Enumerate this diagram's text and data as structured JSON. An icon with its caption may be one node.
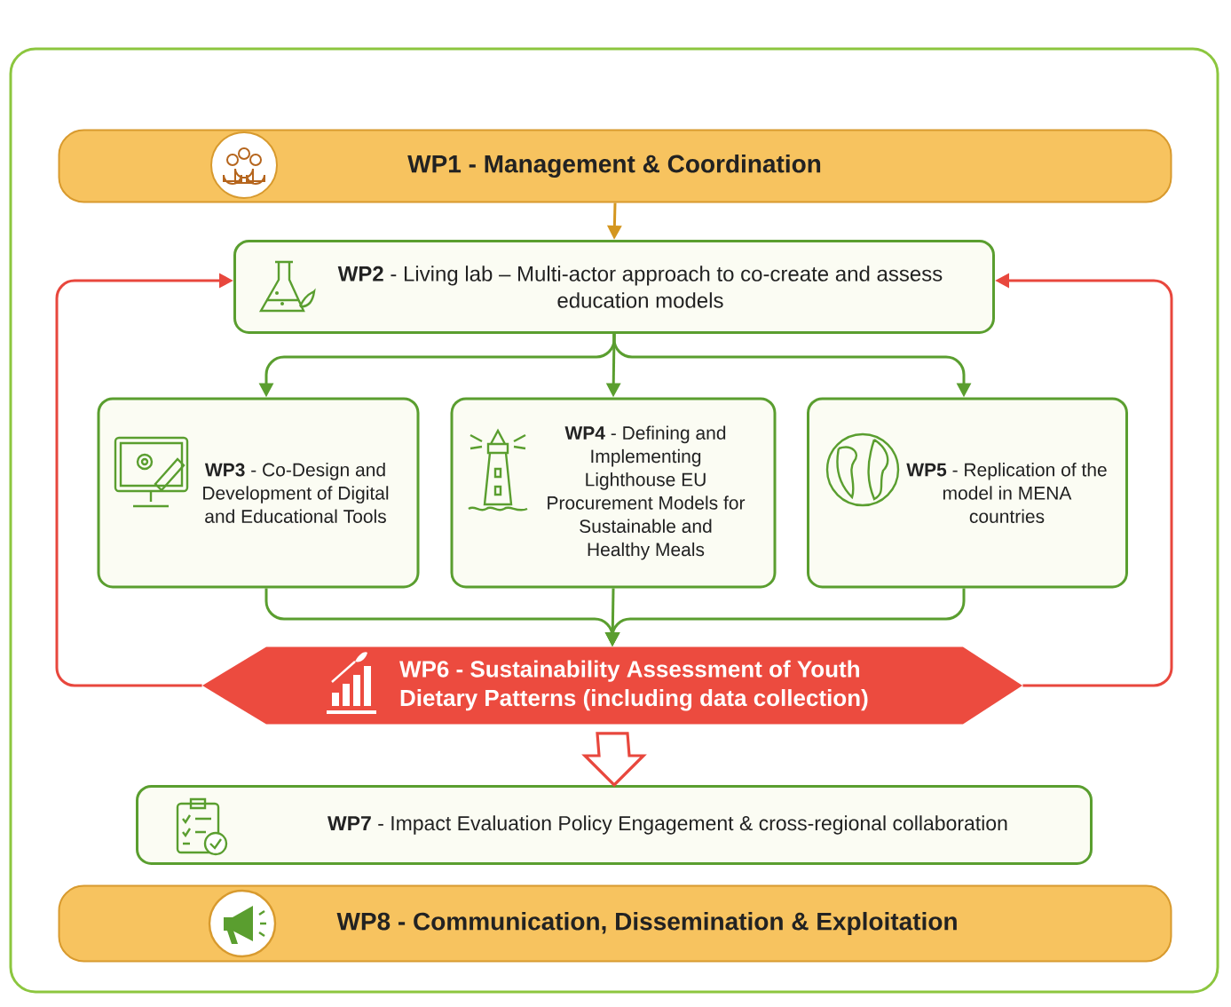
{
  "diagram": {
    "nodes": [
      {
        "text": [
          "WP1 - Management & Coordination"
        ]
      },
      {
        "text": [
          "**WP2** - Living lab – Multi-actor approach to co-create and assess education models"
        ]
      },
      {
        "text": [
          "**WP3** - Co-Design and Development of Digital and Educational Tools"
        ]
      },
      {
        "text": [
          "**WP4** - Defining and Implementing Lighthouse EU Procurement Models for Sustainable and Healthy Meals"
        ]
      },
      {
        "text": [
          "**WP5** - Replication of the model in MENA countries"
        ]
      },
      {
        "text": [
          "WP6 - Sustainability Assessment of Youth Dietary Patterns (including data collection)"
        ]
      },
      {
        "text": [
          "**WP7** - Impact Evaluation Policy Engagement & cross-regional collaboration"
        ]
      },
      {
        "text": [
          "WP8 - Communication, Dissemination & Exploitation"
        ]
      }
    ],
    "edges": [
      {
        "from": 0,
        "to": 1,
        "arrow": "to",
        "color": "#d4961f"
      },
      {
        "from": 1,
        "to": 2,
        "arrow": "to"
      },
      {
        "from": 1,
        "to": 3,
        "arrow": "to"
      },
      {
        "from": 1,
        "to": 4,
        "arrow": "to"
      },
      {
        "from": 2,
        "to": 5,
        "arrow": "to"
      },
      {
        "from": 3,
        "to": 5,
        "arrow": "to"
      },
      {
        "from": 4,
        "to": 5,
        "arrow": "to"
      },
      {
        "from": 5,
        "to": 1,
        "arrow": "to",
        "color": "#e8473d"
      },
      {
        "from": 5,
        "to": 1,
        "arrow": "to",
        "color": "#e8473d"
      },
      {
        "from": 5,
        "to": 6,
        "arrow": "to",
        "style": "thick",
        "color": "#e8473d"
      }
    ]
  }
}
